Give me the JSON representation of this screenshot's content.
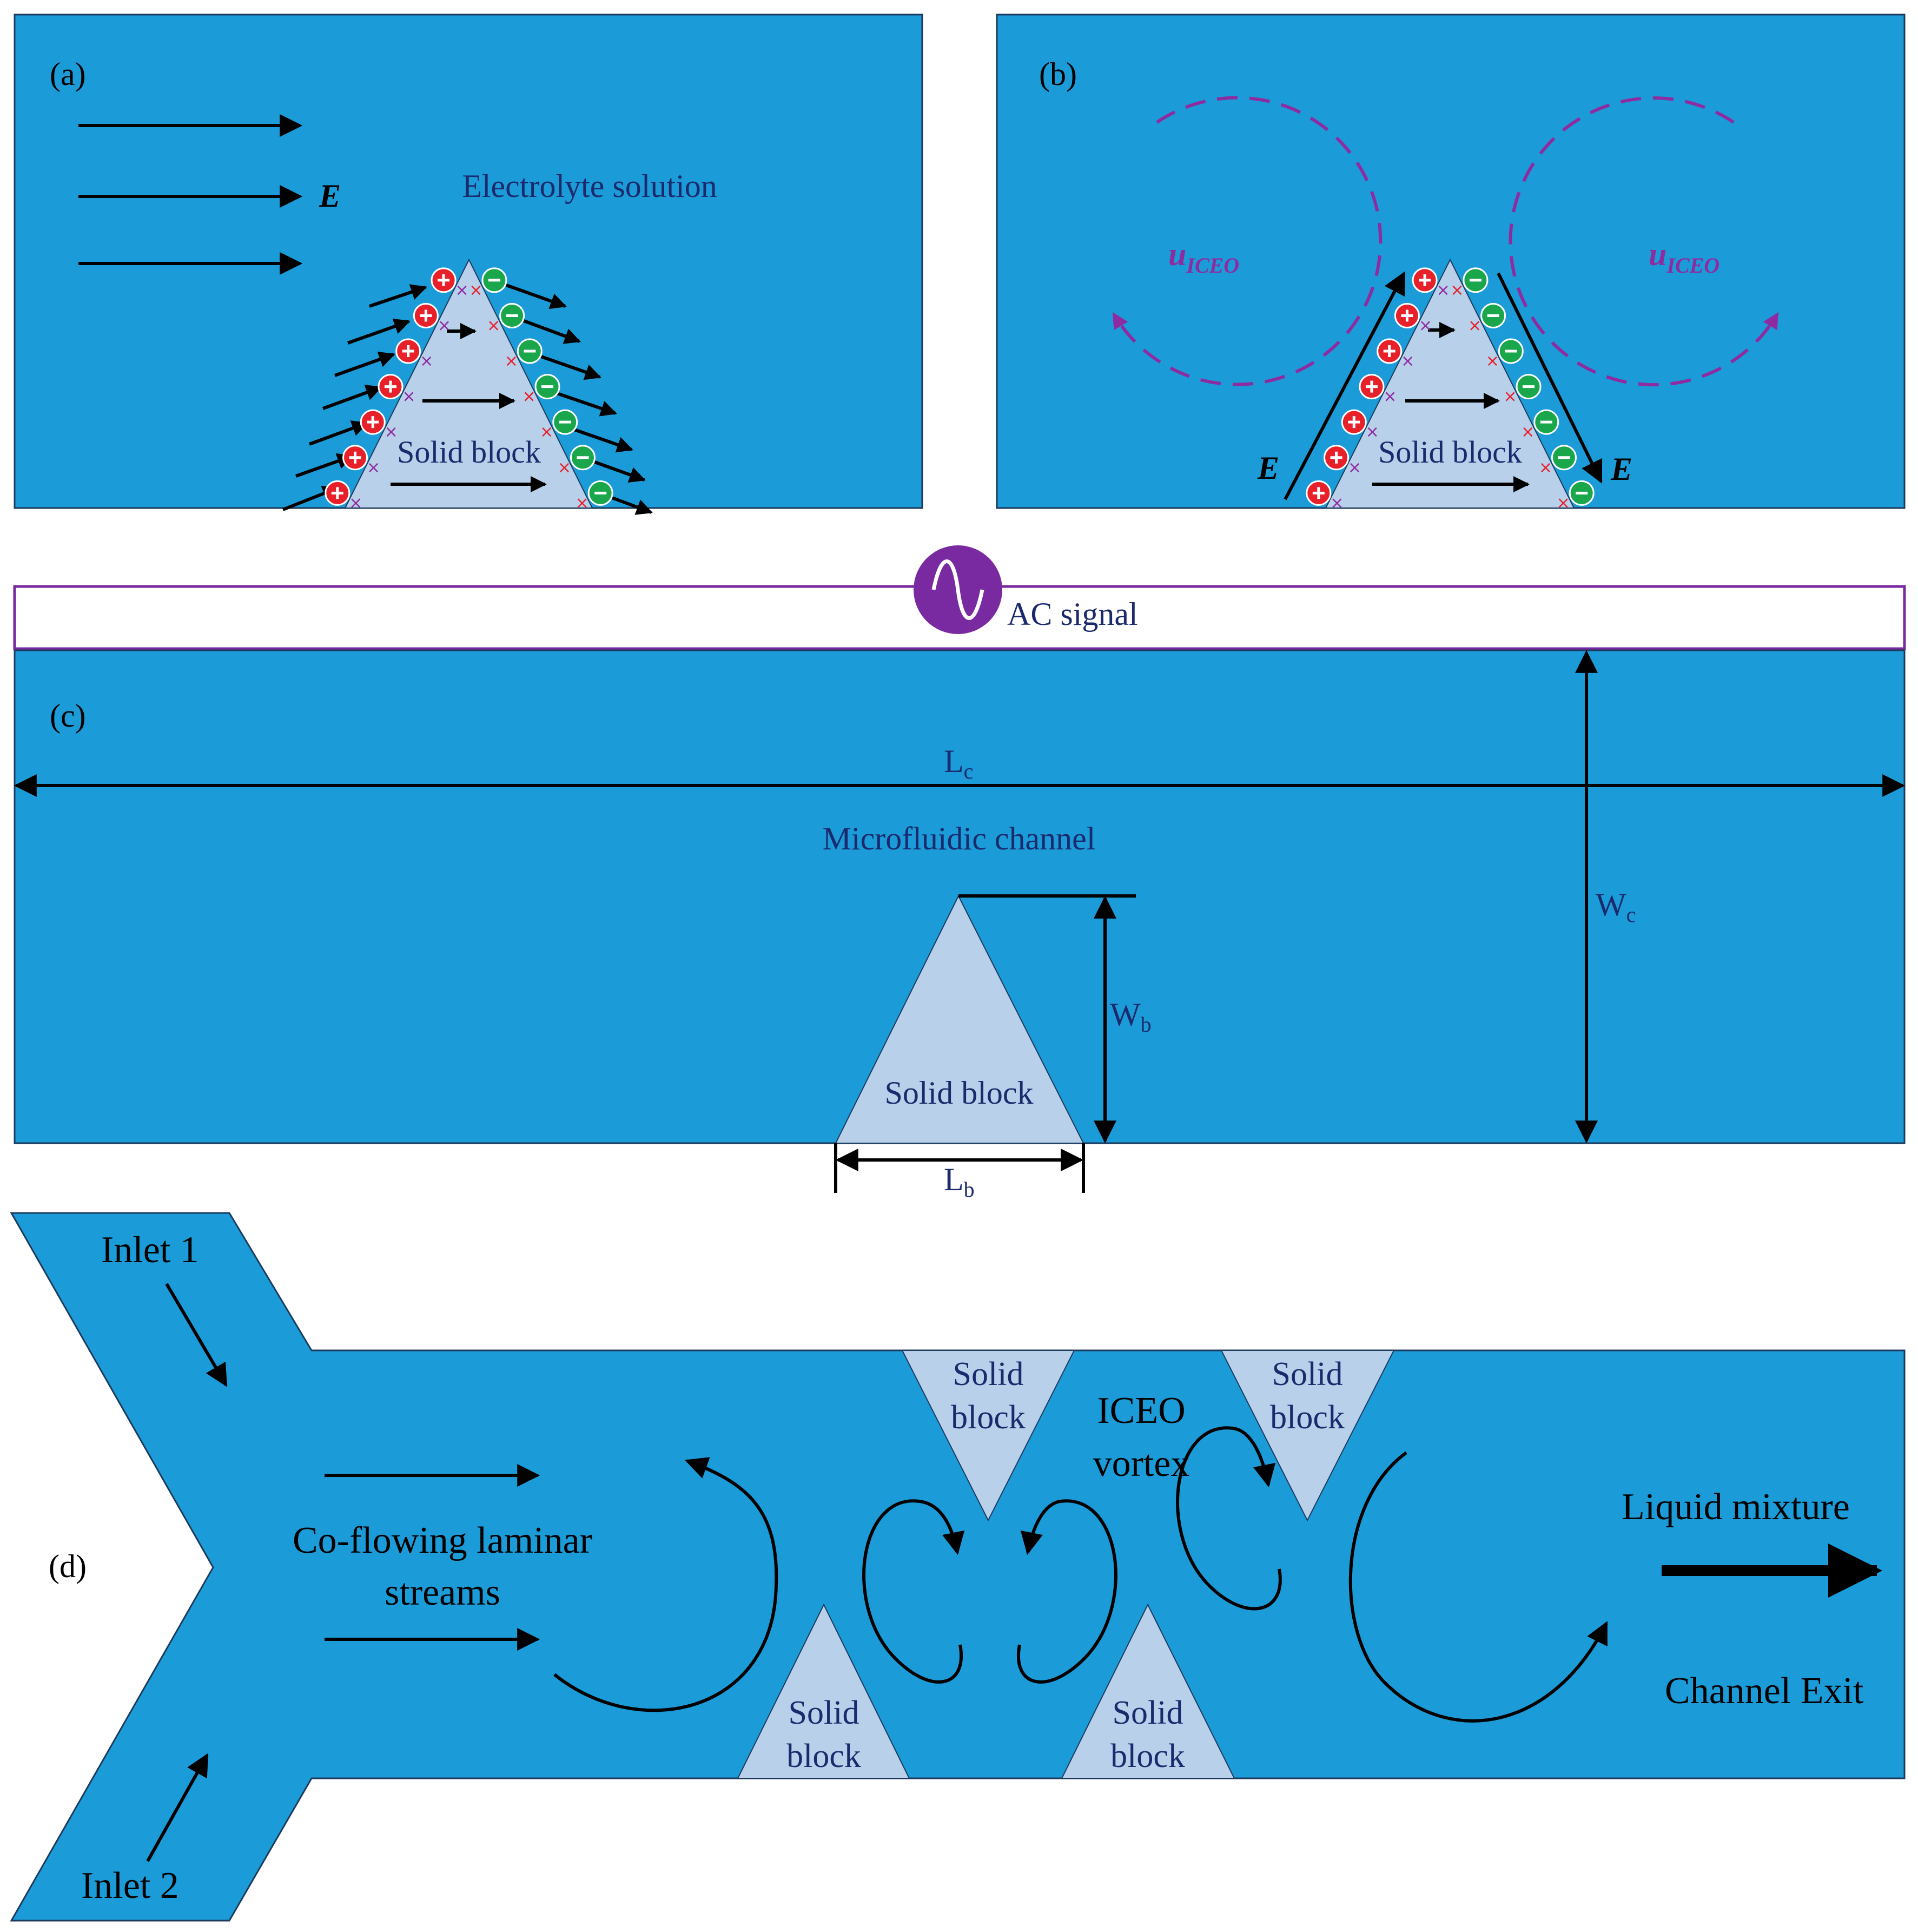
{
  "colors": {
    "channel": "#1b9bd8",
    "block": "#b8d0ea",
    "label_dark": "#1a2a6c",
    "vortex": "#8e2ba0",
    "positive_ion": "#e8202a",
    "negative_ion": "#1aa64a",
    "arrow": "#000000",
    "ac_source": "#7a2aa0"
  },
  "panel_a": {
    "tag": "(a)",
    "field_label": "E",
    "solution_label": "Electrolyte solution",
    "block_label": "Solid block"
  },
  "panel_b": {
    "tag": "(b)",
    "field_label_left": "E",
    "field_label_right": "E",
    "vortex_label_left": "u",
    "vortex_sub_left": "ICEO",
    "vortex_label_right": "u",
    "vortex_sub_right": "ICEO",
    "block_label": "Solid block"
  },
  "ac": {
    "label": "AC signal",
    "icon": "sine-wave-icon"
  },
  "panel_c": {
    "tag": "(c)",
    "length_label": "L",
    "length_sub": "c",
    "width_label": "W",
    "width_sub": "c",
    "channel_label": "Microfluidic channel",
    "block_label": "Solid block",
    "block_height_label": "W",
    "block_height_sub": "b",
    "block_base_label": "L",
    "block_base_sub": "b"
  },
  "panel_d": {
    "tag": "(d)",
    "inlet1": "Inlet 1",
    "inlet2": "Inlet 2",
    "streams_line1": "Co-flowing laminar",
    "streams_line2": "streams",
    "vortex_line1": "ICEO",
    "vortex_line2": "vortex",
    "mixture_label": "Liquid mixture",
    "exit_label": "Channel Exit",
    "block_word1": "Solid",
    "block_word2": "block"
  }
}
